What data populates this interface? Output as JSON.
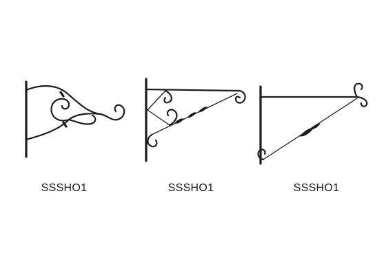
{
  "products": [
    {
      "id": "bracket-1",
      "code": "SSSHO1",
      "icon": "scroll-hanging-bracket"
    },
    {
      "id": "bracket-2",
      "code": "SSSHO1",
      "icon": "triangular-twisted-bracket"
    },
    {
      "id": "bracket-3",
      "code": "SSSHO1",
      "icon": "straight-twisted-bracket"
    }
  ],
  "colors": {
    "background": "#ffffff",
    "metal": "#1c1c1c",
    "label": "#1a1a1a"
  }
}
